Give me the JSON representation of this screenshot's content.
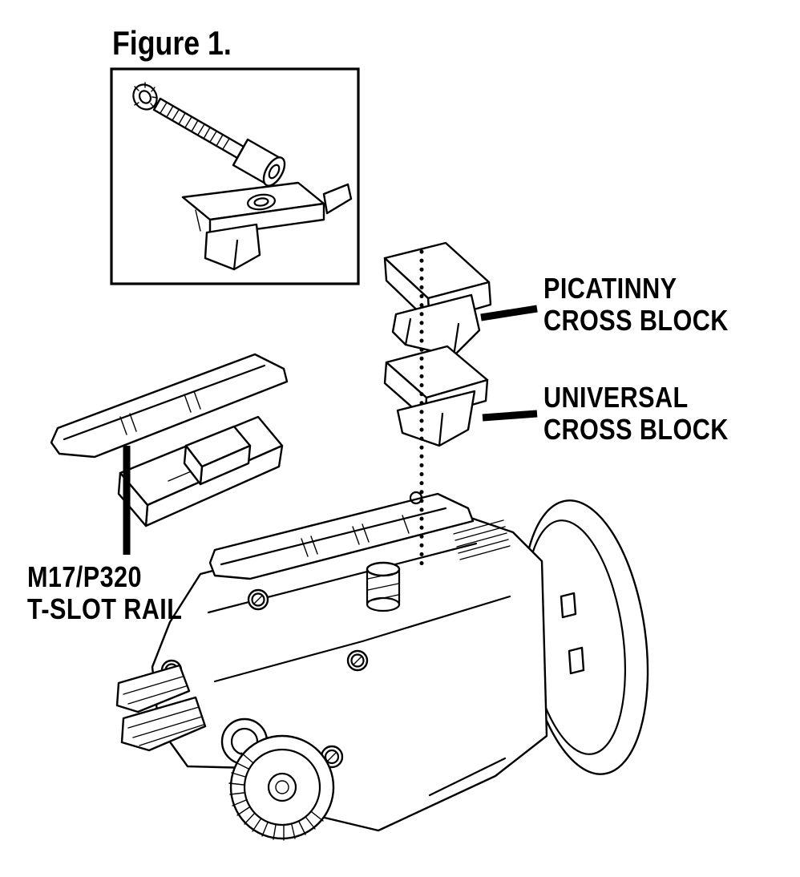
{
  "figure_title": "Figure 1.",
  "callouts": {
    "picatinny_cross_block": {
      "line1": "PICATINNY",
      "line2": "CROSS BLOCK"
    },
    "universal_cross_block": {
      "line1": "UNIVERSAL",
      "line2": "CROSS BLOCK"
    },
    "m17_t_slot_rail": {
      "line1": "M17/P320",
      "line2": "T-SLOT RAIL"
    }
  },
  "colors": {
    "ink": "#000000",
    "paper": "#ffffff"
  },
  "drawing_parts": [
    "lock-washer",
    "socket-head-screw",
    "cross-block-inset-assembly",
    "picatinny-cross-block",
    "universal-cross-block",
    "m17-p320-t-slot-rail",
    "rail-mount-plate",
    "weapon-light-body",
    "bezel-ring",
    "clamp-spring-screw",
    "rotary-knob",
    "activation-paddles"
  ]
}
